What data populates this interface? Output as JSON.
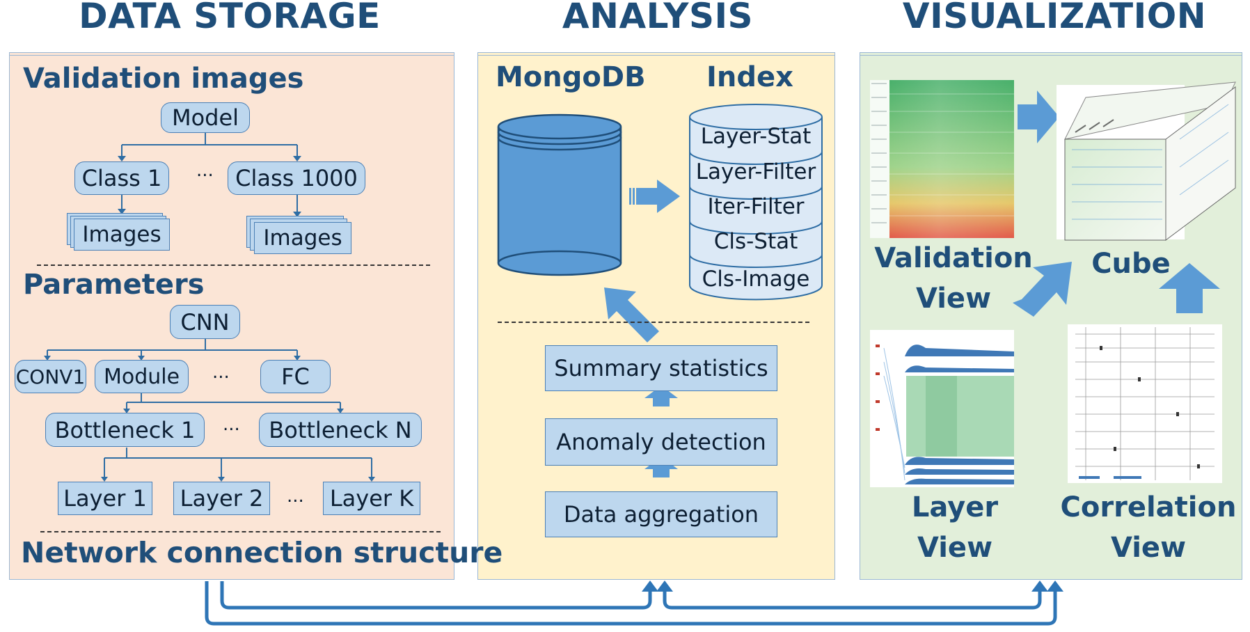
{
  "headers": {
    "data_storage": "DATA STORAGE",
    "analysis": "ANALYSIS",
    "visualization": "VISUALIZATION"
  },
  "storage": {
    "validation_title": "Validation images",
    "model": "Model",
    "class1": "Class 1",
    "class1000": "Class 1000",
    "class_ellipsis": "...",
    "images_left": "Images",
    "images_right": "Images",
    "parameters_title": "Parameters",
    "cnn": "CNN",
    "conv1": "CONV1",
    "module": "Module",
    "module_ellipsis": "...",
    "fc": "FC",
    "bottleneck1": "Bottleneck 1",
    "bottleneck_ellipsis": "...",
    "bottleneckN": "Bottleneck N",
    "layer1": "Layer 1",
    "layer2": "Layer 2",
    "layer_ellipsis": "...",
    "layerK": "Layer K",
    "network_title": "Network connection structure"
  },
  "analysis": {
    "mongodb": "MongoDB",
    "index": "Index",
    "index_items": [
      "Layer-Stat",
      "Layer-Filter",
      "Iter-Filter",
      "Cls-Stat",
      "Cls-Image"
    ],
    "summary": "Summary statistics",
    "anomaly": "Anomaly detection",
    "aggregation": "Data aggregation"
  },
  "visualization": {
    "validation_view": "Validation\nView",
    "cube": "Cube",
    "layer_view": "Layer\nView",
    "correlation_view": "Correlation\nView"
  },
  "colors": {
    "title_blue": "#1f4e79",
    "node_fill": "#bdd7ee",
    "node_border": "#4a7fb5",
    "arrow_blue": "#5b9bd5",
    "storage_bg": "#fbe5d6",
    "analysis_bg": "#fff2cc",
    "visualization_bg": "#e2efda"
  }
}
